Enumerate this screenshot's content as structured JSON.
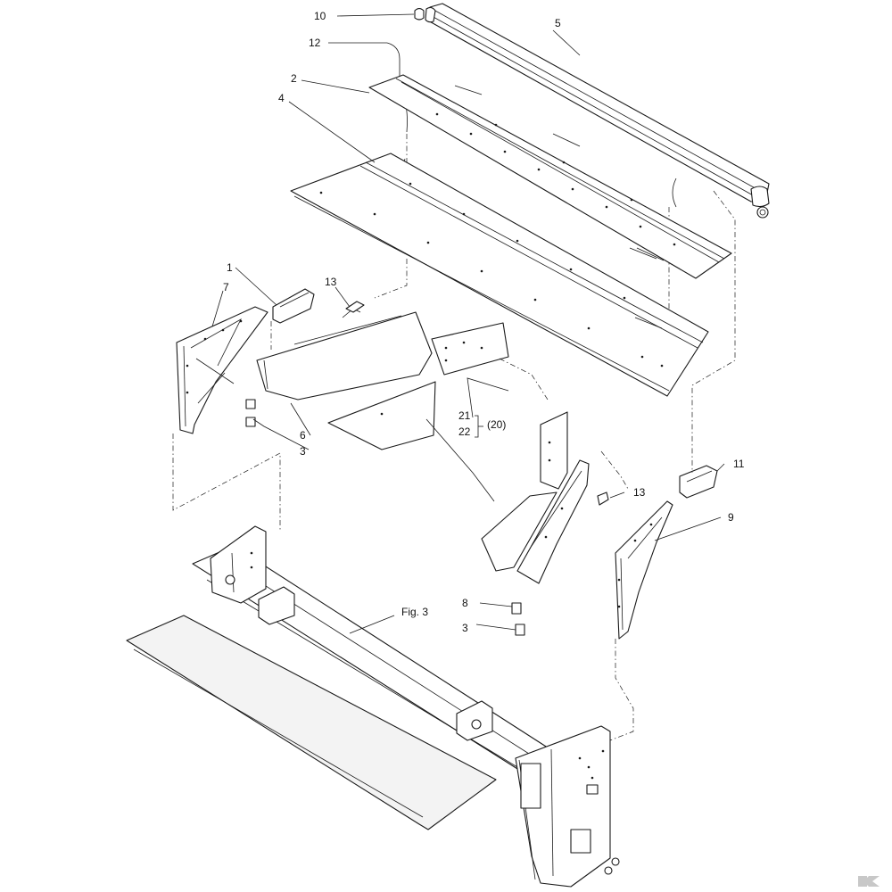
{
  "callouts": {
    "c10": "10",
    "c5": "5",
    "c12": "12",
    "c2": "2",
    "c4": "4",
    "c1": "1",
    "c7": "7",
    "c13a": "13",
    "c21": "21",
    "c22": "22",
    "c20": "(20)",
    "c6": "6",
    "c3a": "3",
    "c11": "11",
    "c13b": "13",
    "c9": "9",
    "c8": "8",
    "c3b": "3",
    "fig3": "Fig. 3"
  },
  "logo": {
    "letter": "K",
    "color": "#c8c8c8"
  }
}
